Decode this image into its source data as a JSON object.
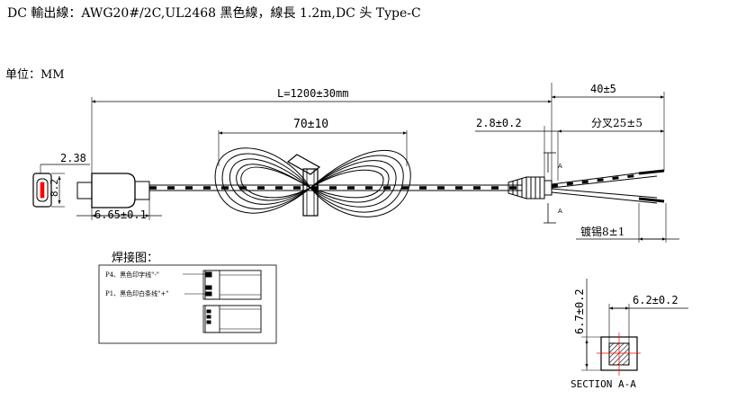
{
  "header": {
    "spec_line": "DC 輸出線：AWG20#/2C,UL2468 黑色線，線長 1.2m,DC 头 Type-C",
    "unit_label": "单位：MM"
  },
  "dimensions": {
    "total_length": "L=1200±30mm",
    "coil_length": "70±10",
    "strip_length": "40±5",
    "sleeve_length": "2.8±0.2",
    "split_length": "分叉25±5",
    "tin_length": "镀锡8±1",
    "plug_width": "2.38",
    "plug_height": "8.2",
    "plug_length": "6.65±0.1",
    "section_height": "6.7±0.2",
    "section_width": "6.2±0.2"
  },
  "section_markers": {
    "top": "A",
    "bottom": "A",
    "caption": "SECTION A-A"
  },
  "soldering": {
    "title": "焊接图：",
    "p4_label": "P4、黑色印字线\"-\"",
    "p1_label": "P1、黑色印白条线\"+\""
  },
  "colors": {
    "line": "#000000",
    "accent": "#ff0000",
    "background": "#ffffff"
  }
}
